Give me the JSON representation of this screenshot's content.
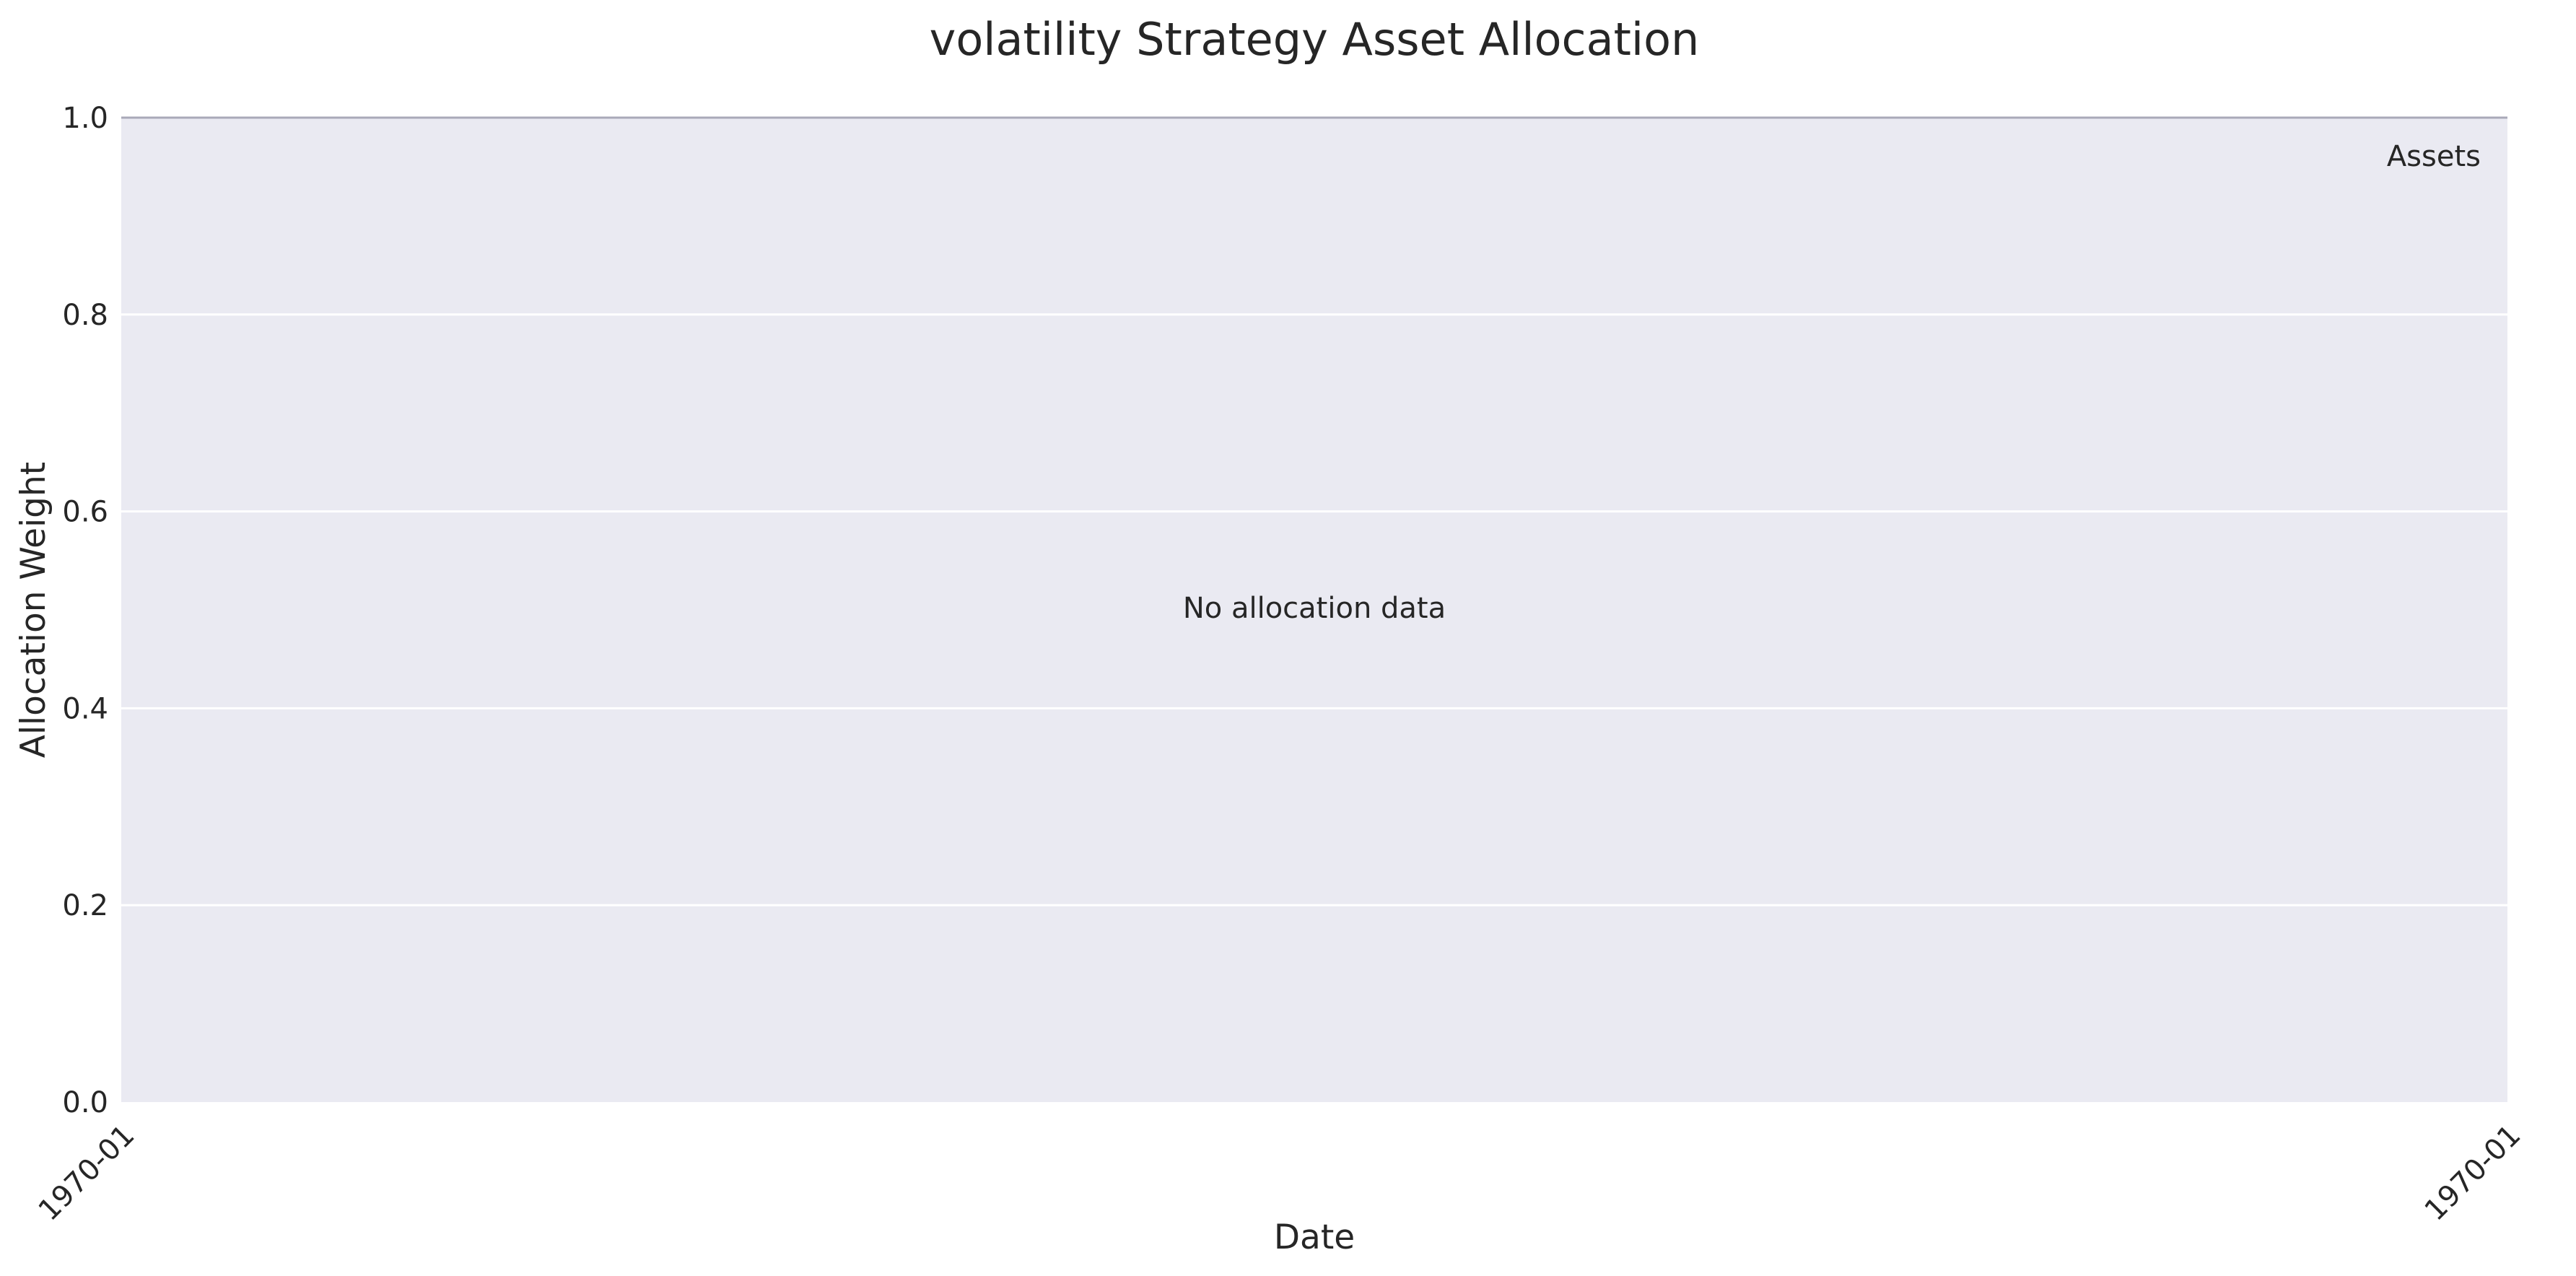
{
  "chart_data": {
    "type": "area",
    "title": "volatility Strategy Asset Allocation",
    "xlabel": "Date",
    "ylabel": "Allocation Weight",
    "x_tick_labels": [
      "1970-01",
      "1970-01"
    ],
    "y_ticks": [
      0.0,
      0.2,
      0.4,
      0.6,
      0.8,
      1.0
    ],
    "y_tick_labels": [
      "0.0",
      "0.2",
      "0.4",
      "0.6",
      "0.8",
      "1.0"
    ],
    "ylim": [
      0.0,
      1.0
    ],
    "series": [],
    "legend": {
      "title": "Assets",
      "placement": "top-right"
    },
    "annotation": "No allocation data",
    "grid": true,
    "colors": {
      "plot_background": "#eaeaf2",
      "grid": "#ffffff",
      "text": "#262626",
      "top_line": "#a9a9b8"
    }
  }
}
